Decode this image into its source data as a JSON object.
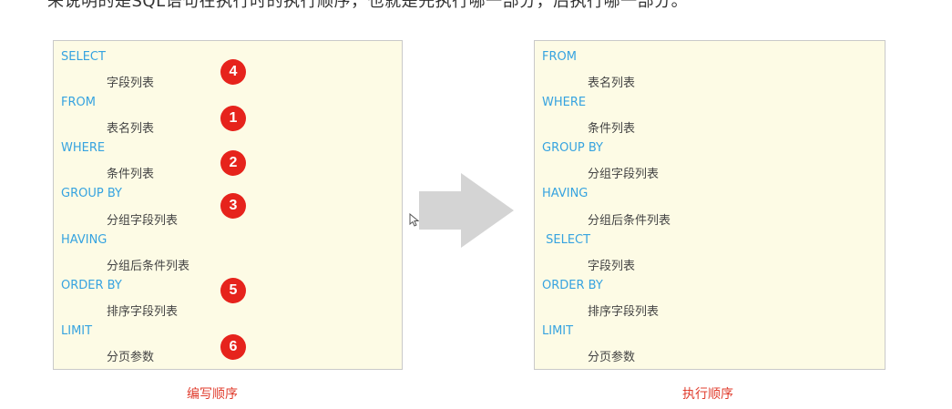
{
  "intro_text": "来说明的是SQL语句在执行时的执行顺序，也就是先执行哪一部分，后执行哪一部分。",
  "left_panel": {
    "rows": [
      {
        "keyword": "SELECT",
        "item": "字段列表"
      },
      {
        "keyword": "FROM",
        "item": "表名列表"
      },
      {
        "keyword": "WHERE",
        "item": "条件列表"
      },
      {
        "keyword": "GROUP  BY",
        "item": "分组字段列表"
      },
      {
        "keyword": "HAVING",
        "item": "分组后条件列表"
      },
      {
        "keyword": "ORDER BY",
        "item": "排序字段列表"
      },
      {
        "keyword": "LIMIT",
        "item": "分页参数"
      }
    ],
    "badges": [
      "4",
      "1",
      "2",
      "3",
      "5",
      "6"
    ],
    "caption": "编写顺序"
  },
  "right_panel": {
    "rows": [
      {
        "keyword": "FROM",
        "item": "表名列表"
      },
      {
        "keyword": "WHERE",
        "item": "条件列表"
      },
      {
        "keyword": "GROUP  BY",
        "item": "分组字段列表"
      },
      {
        "keyword": "HAVING",
        "item": "分组后条件列表"
      },
      {
        "keyword": " SELECT",
        "item": "字段列表"
      },
      {
        "keyword": "ORDER BY",
        "item": "排序字段列表"
      },
      {
        "keyword": "LIMIT",
        "item": "分页参数"
      }
    ],
    "caption": "执行顺序"
  },
  "colors": {
    "keyword": "#36a3e0",
    "badge": "#e6231c",
    "caption": "#e03c2d",
    "panel_bg": "#fdfbe5",
    "arrow": "#d4d4d4"
  }
}
